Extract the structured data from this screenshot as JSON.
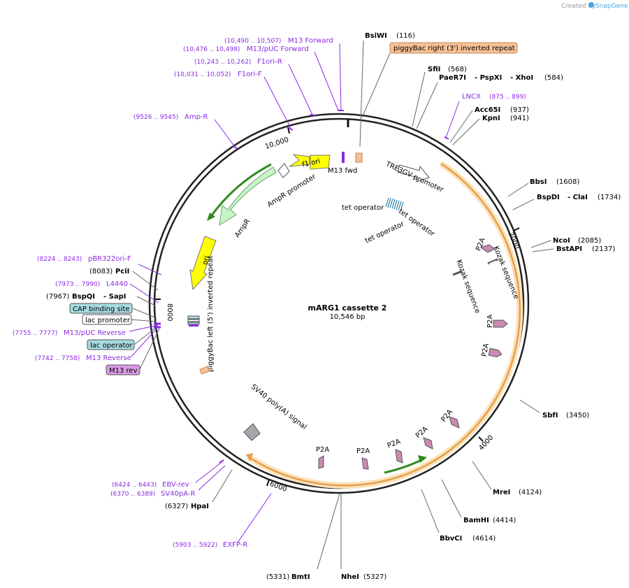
{
  "credit": {
    "created_by": "Created by",
    "app": "SnapGene"
  },
  "plasmid": {
    "name": "mARG1 cassette 2",
    "size": "10,546 bp"
  },
  "ticks": {
    "t2000": "2000",
    "t4000": "4000",
    "t6000": "6000",
    "t8000": "8000",
    "t10000": "10,000"
  },
  "sites": {
    "bsiwi": {
      "name": "BsiWI",
      "pos": "(116)"
    },
    "sfii": {
      "name": "SfiI",
      "pos": "(568)"
    },
    "paer7i": {
      "name": "PaeR7I",
      "sep1": "- PspXI",
      "sep2": "- XhoI",
      "pos": "(584)"
    },
    "acc65i": {
      "name": "Acc65I",
      "pos": "(937)"
    },
    "kpni": {
      "name": "KpnI",
      "pos": "(941)"
    },
    "bbsi": {
      "name": "BbsI",
      "pos": "(1608)"
    },
    "bspdi": {
      "name": "BspDI",
      "sep": "- ClaI",
      "pos": "(1734)"
    },
    "ncoi": {
      "name": "NcoI",
      "pos": "(2085)"
    },
    "bstapi": {
      "name": "BstAPI",
      "pos": "(2137)"
    },
    "sbfi": {
      "name": "SbfI",
      "pos": "(3450)"
    },
    "srei": {
      "name": "MreI",
      "pos": "(4124)"
    },
    "bamhi": {
      "name": "BamHI",
      "pos": "(4414)"
    },
    "bbvci": {
      "name": "BbvCI",
      "pos": "(4614)"
    },
    "nhei": {
      "name": "NheI",
      "pos": "(5327)"
    },
    "bmti": {
      "name": "BmtI",
      "pos": "(5331)"
    },
    "hpai": {
      "name": "HpaI",
      "pos": "(6327)"
    },
    "bspqi": {
      "name": "BspQI",
      "sep": "- SapI",
      "pos": "(7967)"
    },
    "pcii": {
      "name": "PciI",
      "pos": "(8083)"
    }
  },
  "primers": {
    "m13fwd": {
      "name": "M13 Forward",
      "range": "(10,490 .. 10,507)"
    },
    "m13puc": {
      "name": "M13/pUC Forward",
      "range": "(10,476 .. 10,498)"
    },
    "f1orir": {
      "name": "F1ori-R",
      "range": "(10,243 .. 10,262)"
    },
    "f1orif": {
      "name": "F1ori-F",
      "range": "(10,031 .. 10,052)"
    },
    "ampr": {
      "name": "Amp-R",
      "range": "(9526 .. 9545)"
    },
    "lncx": {
      "name": "LNCX",
      "range": "(875 .. 899)"
    },
    "pbr322": {
      "name": "pBR322ori-F",
      "range": "(8224 .. 8243)"
    },
    "l4440": {
      "name": "L4440",
      "range": "(7973 .. 7990)"
    },
    "m13pucrev": {
      "name": "M13/pUC Reverse",
      "range": "(7755 .. 7777)"
    },
    "m13rev": {
      "name": "M13 Reverse",
      "range": "(7742 .. 7758)"
    },
    "ebvrev": {
      "name": "EBV-rev",
      "range": "(6424 .. 6443)"
    },
    "sv40par": {
      "name": "SV40pA-R",
      "range": "(6370 .. 6389)"
    },
    "exfpr": {
      "name": "EXFP-R",
      "range": "(5903 .. 5922)"
    }
  },
  "boxes": {
    "pb_right": "piggyBac right (3') inverted repeat",
    "cap": "CAP binding site",
    "lacp": "lac promoter",
    "laco": "lac operator",
    "m13rev_box": "M13 rev"
  },
  "features": {
    "m13fwd_small": "M13 fwd",
    "f1ori": "f1 ori",
    "amppromoter": "AmpR promoter",
    "ampr": "AmpR",
    "ori": "ori",
    "pb_left": "piggyBac left (5') inverted repeat",
    "tre3gv": "TRE3GV promoter",
    "tetop1": "tet operator",
    "tetop2": "tet operator",
    "tetop3": "tet operator",
    "kozak1": "Kozak sequence",
    "kozak2": "Kozak sequence",
    "p2a_1": "P2A",
    "p2a_2": "P2A",
    "p2a_3": "P2A",
    "p2a_4": "P2A",
    "p2a_5": "P2A",
    "p2a_6": "P2A",
    "p2a_7": "P2A",
    "p2a_8": "P2A",
    "sv40": "SV40 poly(A) signal"
  },
  "colors": {
    "ring": "#222222",
    "purple": "#8a2be2",
    "orange_arc": "#f4a460",
    "arc_fill": "#fde7c7",
    "green_arrow": "#2e8b1e",
    "light_green": "#c8f5c8",
    "yellow": "#ffff00",
    "p2a": "#c98bb2",
    "cap_fill": "#a6dbe1",
    "m13rev_fill": "#d99ae6",
    "peach": "#f7c197"
  }
}
